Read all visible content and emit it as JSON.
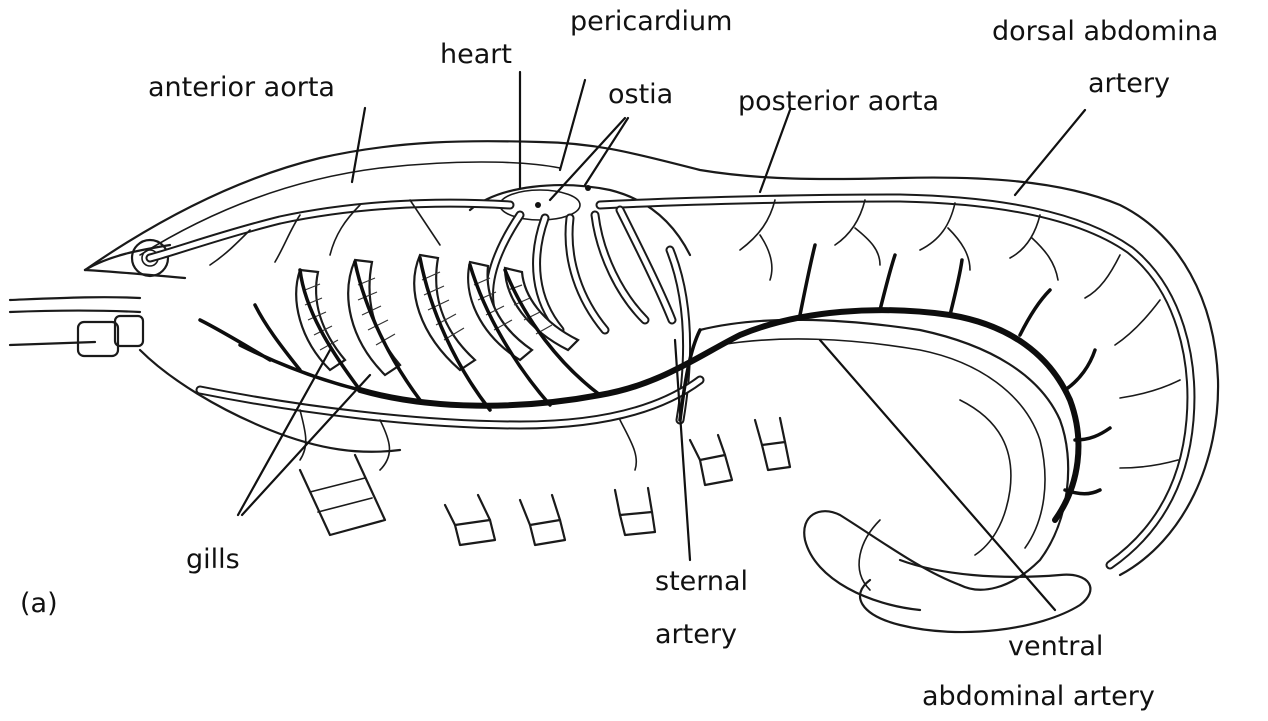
{
  "diagram": {
    "panel_label": "(a)",
    "labels": {
      "anterior_aorta": "anterior aorta",
      "heart": "heart",
      "pericardium": "pericardium",
      "ostia": "ostia",
      "posterior_aorta": "posterior aorta",
      "dorsal_abdominal_line1": "dorsal abdomina",
      "dorsal_abdominal_line2": "artery",
      "gills": "gills",
      "sternal_line1": "sternal",
      "sternal_line2": "artery",
      "ventral_line1": "ventral",
      "ventral_line2": "abdominal artery"
    }
  }
}
